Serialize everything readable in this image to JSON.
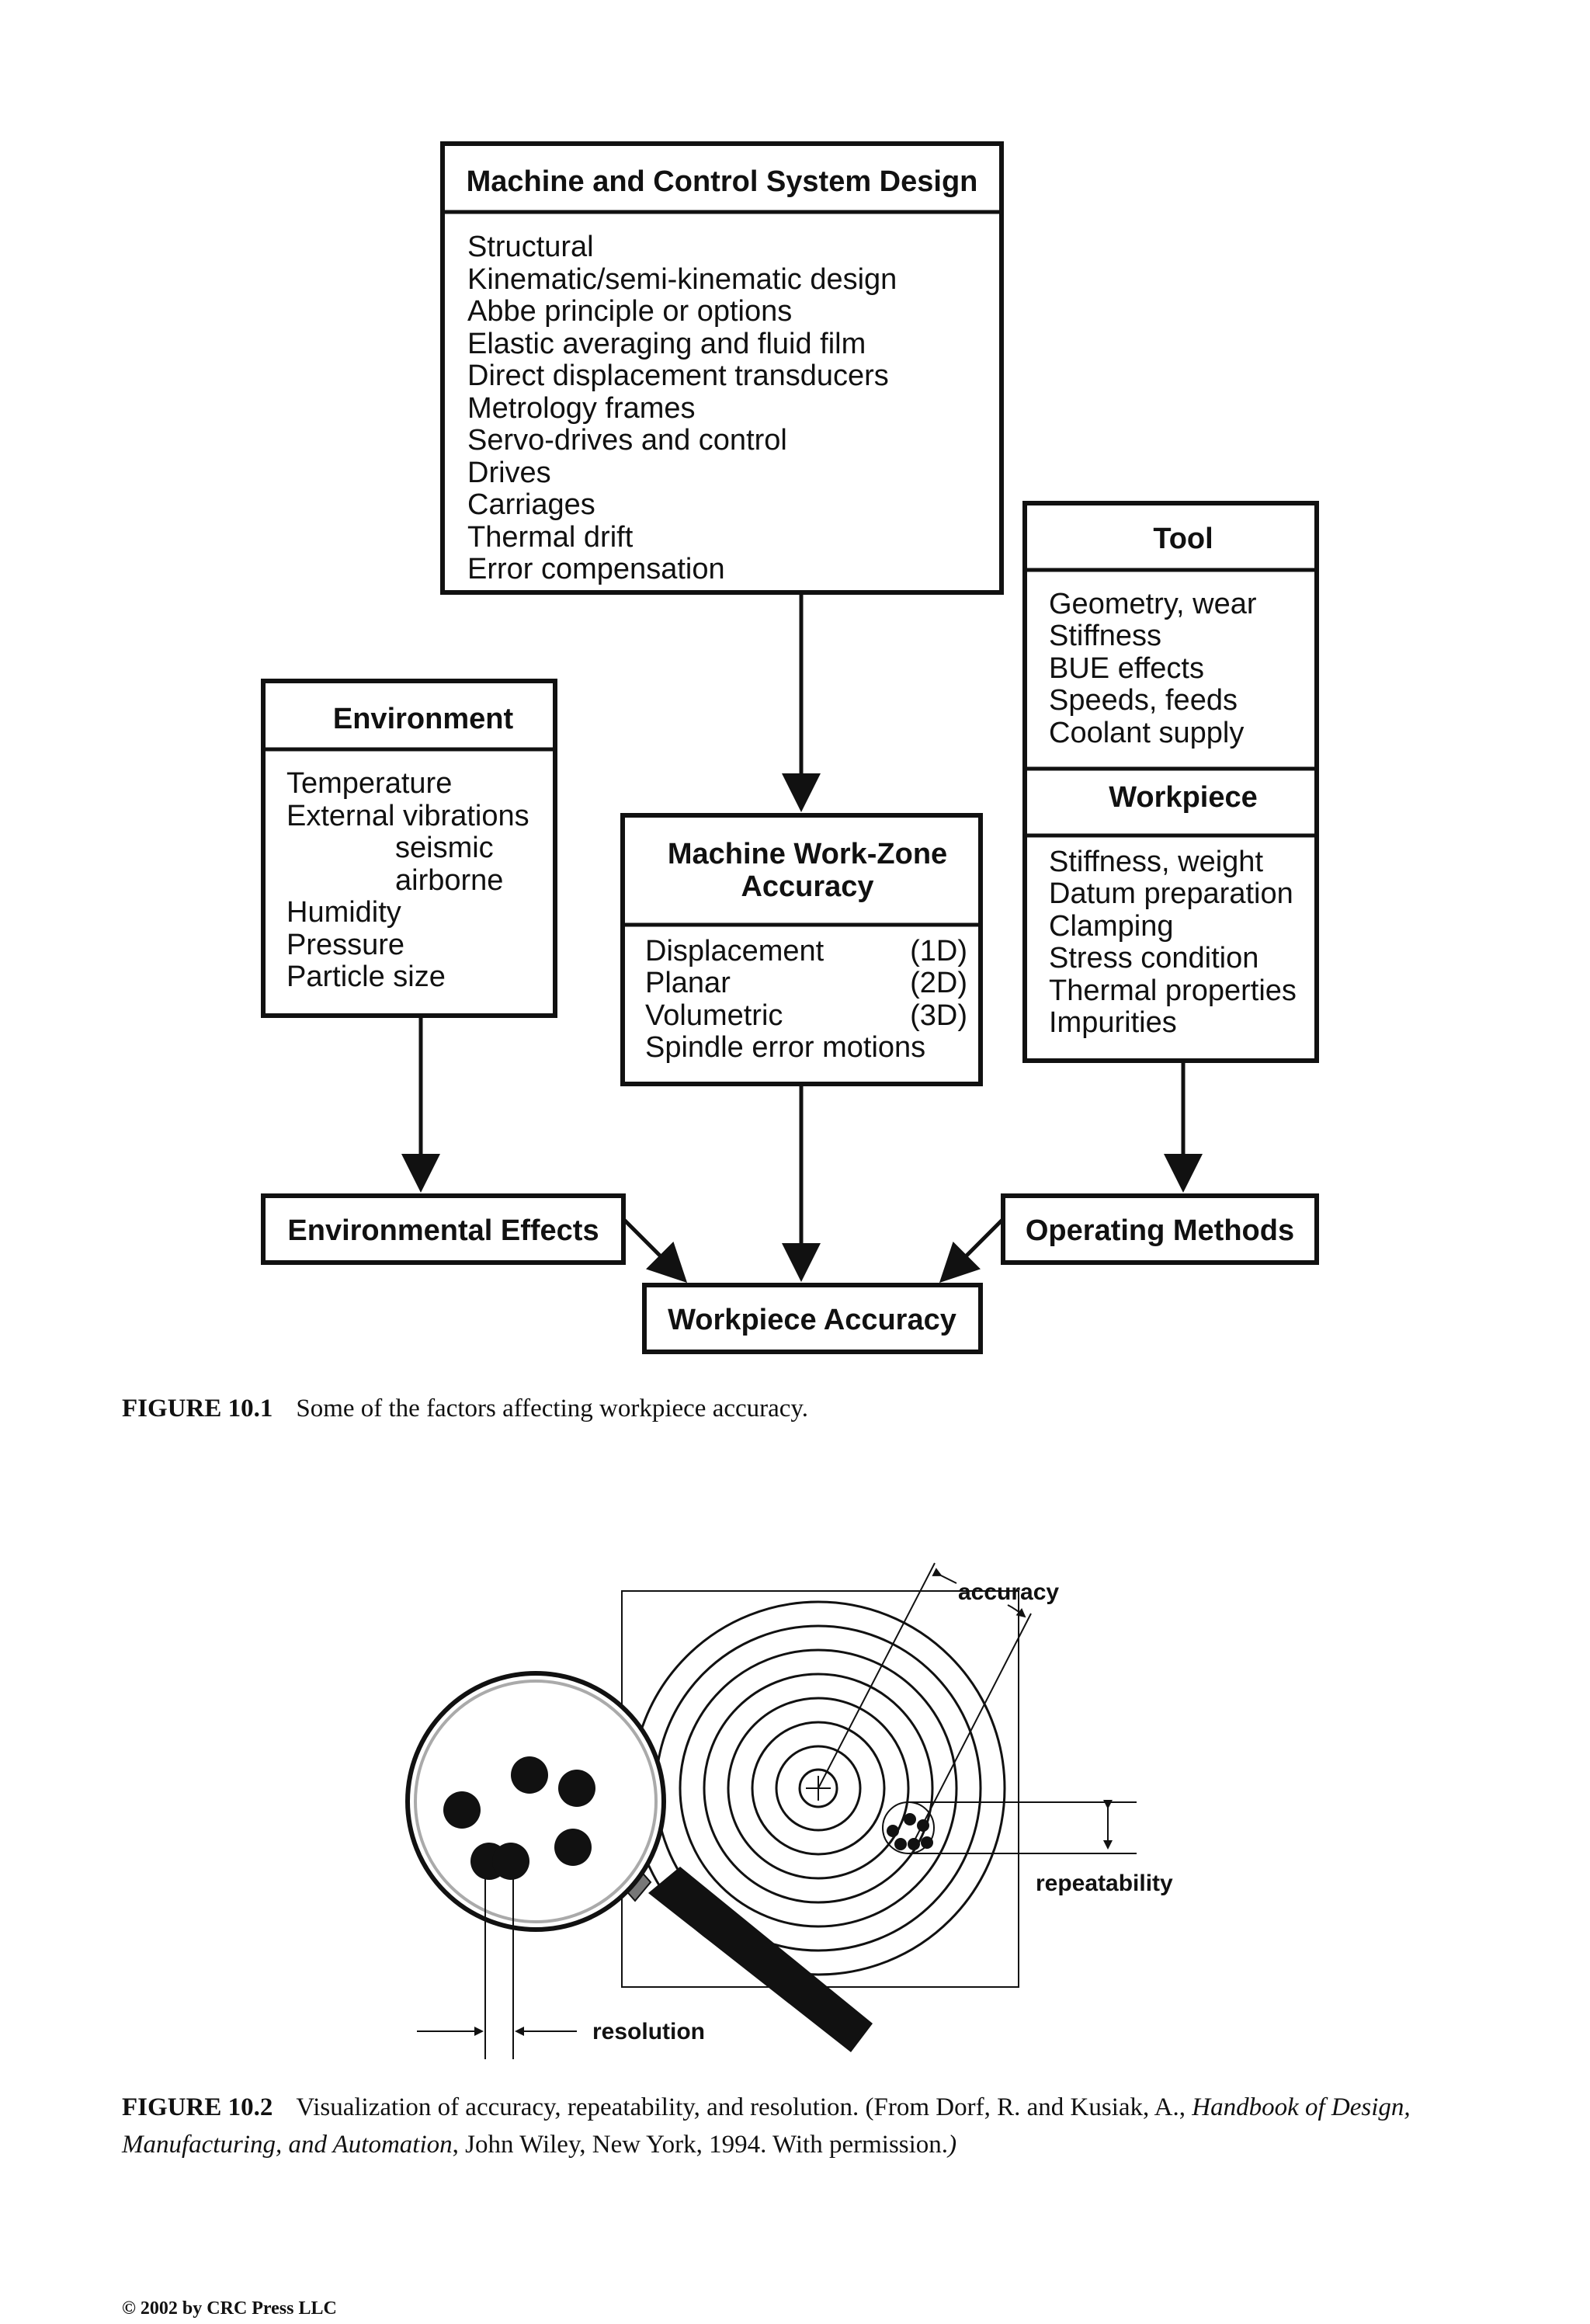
{
  "figure1": {
    "design_box": {
      "title": "Machine and Control System Design",
      "items": [
        "Structural",
        "Kinematic/semi-kinematic design",
        "Abbe principle or options",
        "Elastic averaging and fluid film",
        "Direct displacement transducers",
        "Metrology frames",
        "Servo-drives and control",
        "Drives",
        "Carriages",
        "Thermal drift",
        "Error compensation"
      ]
    },
    "tool_box": {
      "title": "Tool",
      "items": [
        "Geometry, wear",
        "Stiffness",
        "BUE effects",
        "Speeds, feeds",
        "Coolant supply"
      ]
    },
    "workpiece_box": {
      "title": "Workpiece",
      "items": [
        "Stiffness, weight",
        "Datum preparation",
        "Clamping",
        "Stress condition",
        "Thermal properties",
        "Impurities"
      ]
    },
    "environment_box": {
      "title": "Environment",
      "items": [
        "Temperature",
        "External vibrations",
        "seismic",
        "airborne",
        "Humidity",
        "Pressure",
        "Particle size"
      ]
    },
    "workzone_box": {
      "title_line1": "Machine Work-Zone",
      "title_line2": "Accuracy",
      "items": [
        {
          "label": "Displacement",
          "dim": "(1D)"
        },
        {
          "label": "Planar",
          "dim": "(2D)"
        },
        {
          "label": "Volumetric",
          "dim": "(3D)"
        },
        {
          "label": "Spindle error motions",
          "dim": ""
        }
      ]
    },
    "environmental_effects": "Environmental Effects",
    "operating_methods": "Operating Methods",
    "workpiece_accuracy": "Workpiece Accuracy",
    "caption_number": "FIGURE 10.1",
    "caption_text": "Some of the factors affecting workpiece accuracy."
  },
  "figure2": {
    "label_accuracy": "accuracy",
    "label_repeatability": "repeatability",
    "label_resolution": "resolution",
    "caption_number": "FIGURE 10.2",
    "caption_text_1": "Visualization of accuracy, repeatability, and resolution. (From Dorf, R. and Kusiak, A., ",
    "caption_italic": "Handbook of Design, Manufacturing, and Automation",
    "caption_text_2": ", John Wiley, New York, 1994. With permission.",
    "caption_close": ")"
  },
  "copyright": "© 2002 by CRC Press LLC"
}
